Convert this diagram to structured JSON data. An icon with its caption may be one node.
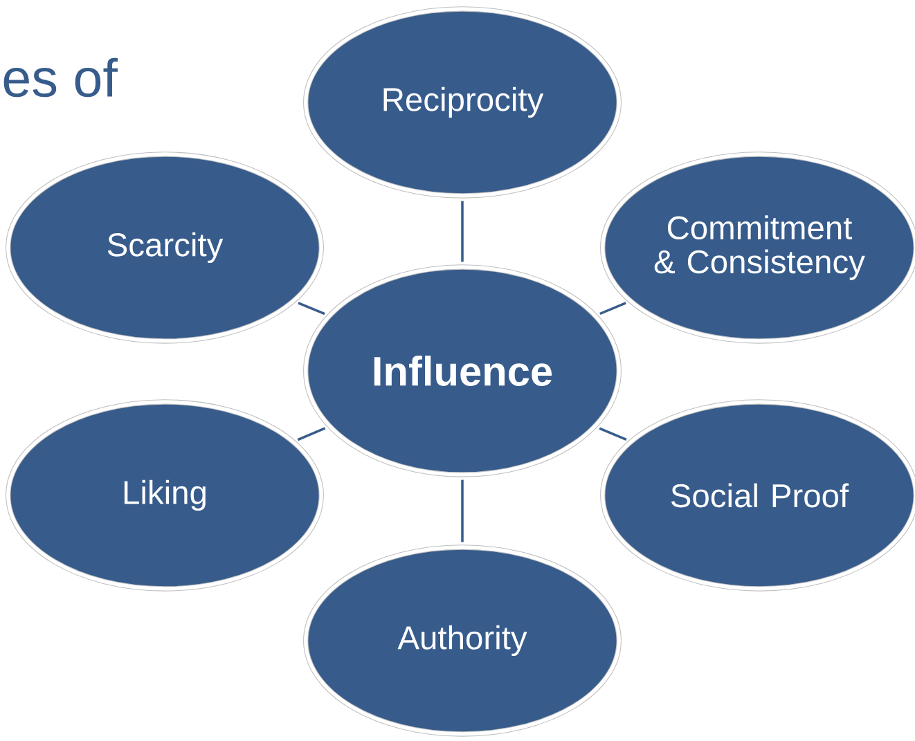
{
  "diagram": {
    "nodes": [
      {
        "text": [
          "Influence"
        ]
      },
      {
        "text": [
          "Reciprocity"
        ]
      },
      {
        "text": [
          "Commitment & Consistency"
        ]
      },
      {
        "text": [
          "Social Proof"
        ]
      },
      {
        "text": [
          "Authority"
        ]
      },
      {
        "text": [
          "Liking"
        ]
      },
      {
        "text": [
          "Scarcity"
        ]
      }
    ],
    "edges": [
      {
        "from": 0,
        "to": 1,
        "arrow": "none"
      },
      {
        "from": 0,
        "to": 2,
        "arrow": "none"
      },
      {
        "from": 0,
        "to": 3,
        "arrow": "none"
      },
      {
        "from": 0,
        "to": 4,
        "arrow": "none"
      },
      {
        "from": 0,
        "to": 5,
        "arrow": "none"
      },
      {
        "from": 0,
        "to": 6,
        "arrow": "none"
      }
    ],
    "labels": [
      "es of"
    ]
  }
}
